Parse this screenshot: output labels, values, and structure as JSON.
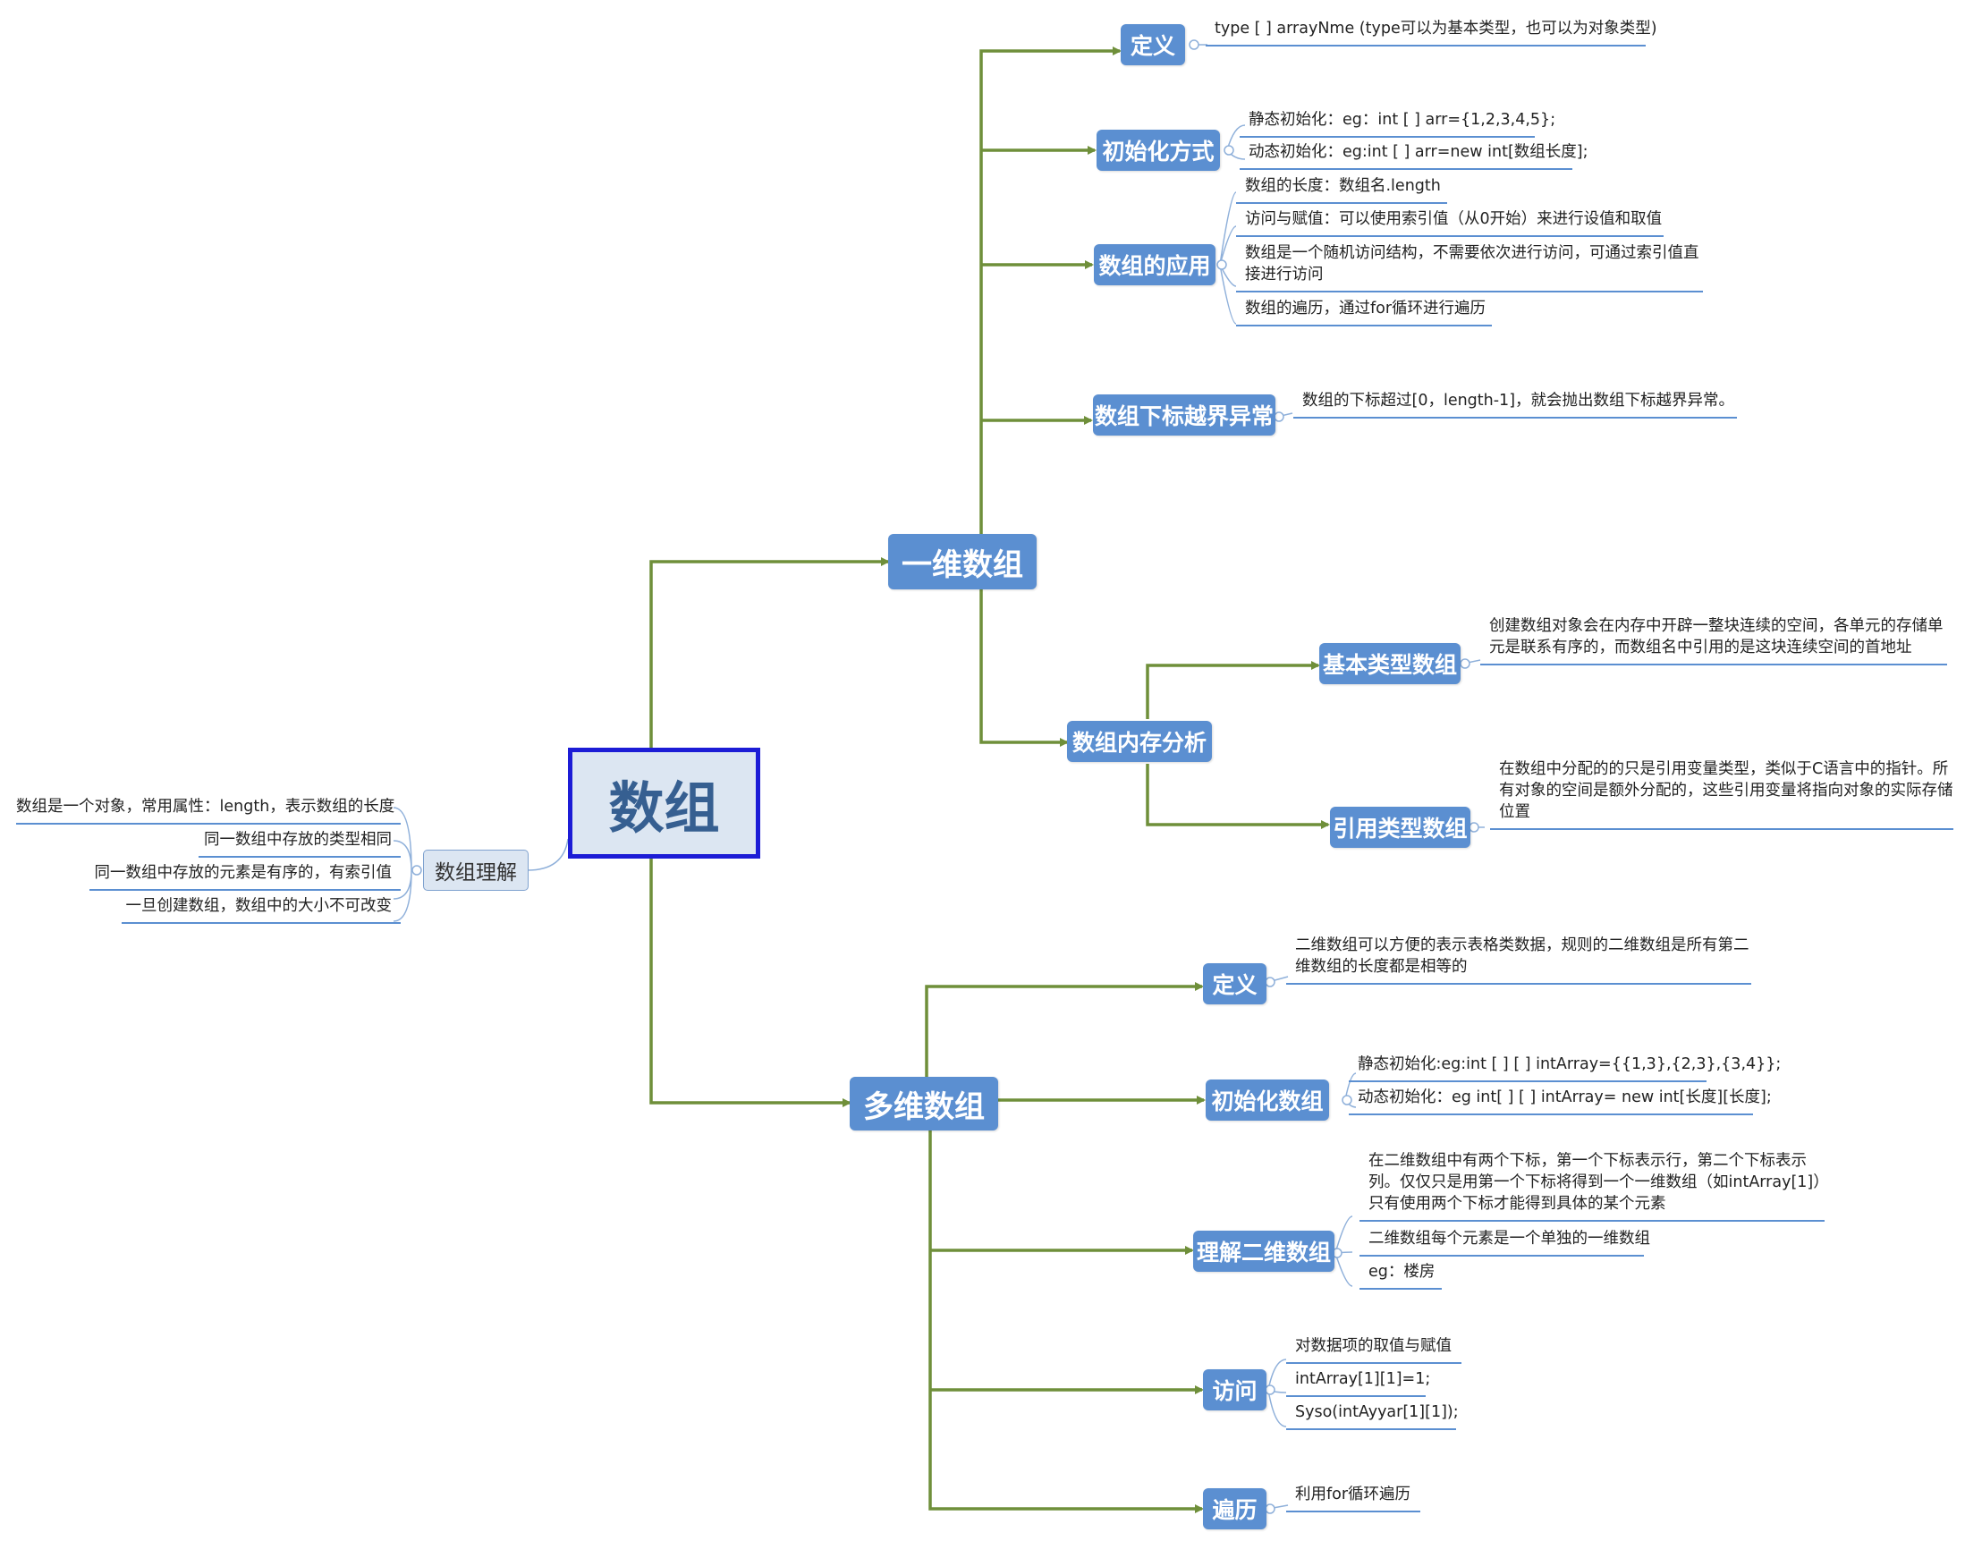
{
  "central": "数组",
  "left_branch": {
    "label": "数组理解",
    "items": [
      "数组是一个对象，常用属性：length，表示数组的长度",
      "同一数组中存放的类型相同",
      "同一数组中存放的元素是有序的，有索引值",
      "一旦创建数组，数组中的大小不可改变"
    ]
  },
  "one_dim": {
    "label": "一维数组",
    "definition": {
      "label": "定义",
      "items": [
        "type [ ] arrayNme (type可以为基本类型，也可以为对象类型)"
      ]
    },
    "init": {
      "label": "初始化方式",
      "items": [
        "静态初始化：eg：int [ ] arr={1,2,3,4,5};",
        "动态初始化：eg:int [ ] arr=new int[数组长度];"
      ]
    },
    "usage": {
      "label": "数组的应用",
      "items": [
        "数组的长度：数组名.length",
        "访问与赋值：可以使用索引值（从0开始）来进行设值和取值",
        "数组是一个随机访问结构，不需要依次进行访问，可通过索引值直接进行访问",
        "数组的遍历，通过for循环进行遍历"
      ]
    },
    "exception": {
      "label": "数组下标越界异常",
      "items": [
        "数组的下标超过[0，length-1]，就会抛出数组下标越界异常。"
      ]
    },
    "memory": {
      "label": "数组内存分析",
      "basic": {
        "label": "基本类型数组",
        "text": "创建数组对象会在内存中开辟一整块连续的空间，各单元的存储单元是联系有序的，而数组名中引用的是这块连续空间的首地址"
      },
      "reference": {
        "label": "引用类型数组",
        "text": "在数组中分配的的只是引用变量类型，类似于C语言中的指针。所有对象的空间是额外分配的，这些引用变量将指向对象的实际存储位置"
      }
    }
  },
  "multi_dim": {
    "label": "多维数组",
    "definition": {
      "label": "定义",
      "items": [
        "二维数组可以方便的表示表格类数据，规则的二维数组是所有第二维数组的长度都是相等的"
      ]
    },
    "init": {
      "label": "初始化数组",
      "items": [
        "静态初始化:eg:int [ ] [ ] intArray={{1,3},{2,3},{3,4}};",
        "动态初始化：eg int[ ] [ ] intArray= new int[长度][长度];"
      ]
    },
    "understand": {
      "label": "理解二维数组",
      "items": [
        "在二维数组中有两个下标，第一个下标表示行，第二个下标表示列。仅仅只是用第一个下标将得到一个一维数组（如intArray[1]）只有使用两个下标才能得到具体的某个元素",
        "二维数组每个元素是一个单独的一维数组",
        "eg：楼房"
      ]
    },
    "access": {
      "label": "访问",
      "items": [
        "对数据项的取值与赋值",
        "intArray[1][1]=1;",
        "Syso(intAyyar[1][1]);"
      ]
    },
    "traverse": {
      "label": "遍历",
      "items": [
        "利用for循环遍历"
      ]
    }
  },
  "colors": {
    "connector": "#6F8F3A",
    "node": "#5B8FD1",
    "leaf_line": "#5B8FD1",
    "central_border": "#1C1CD6",
    "central_fill": "#DCE6F2"
  }
}
